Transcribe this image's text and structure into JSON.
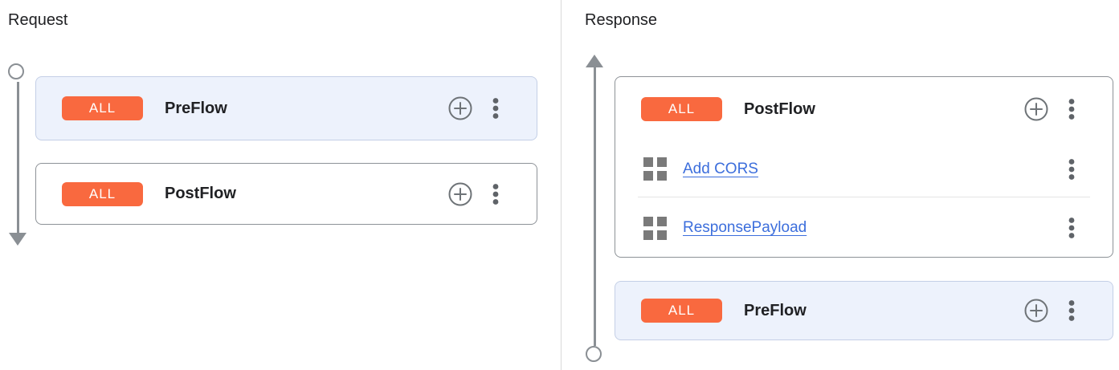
{
  "panels": {
    "request": {
      "title": "Request",
      "flows": [
        {
          "badge": "ALL",
          "name": "PreFlow",
          "selected": true
        },
        {
          "badge": "ALL",
          "name": "PostFlow",
          "selected": false
        }
      ]
    },
    "response": {
      "title": "Response",
      "flows": [
        {
          "badge": "ALL",
          "name": "PostFlow",
          "selected": false,
          "policies": [
            {
              "label": "Add CORS"
            },
            {
              "label": "ResponsePayload"
            }
          ]
        },
        {
          "badge": "ALL",
          "name": "PreFlow",
          "selected": true
        }
      ]
    }
  },
  "icons": {
    "add_policy": "plus-circle-icon",
    "flow_menu": "kebab-menu-icon",
    "policy": "policy-grid-icon",
    "request_timeline": "circle-top-arrow-down",
    "response_timeline": "arrow-up-circle-bottom"
  },
  "colors": {
    "badge_orange": "#F9693F",
    "selected_card_bg": "#EDF2FC",
    "selected_card_border": "#C4CFE6",
    "card_border": "#8D9297",
    "link_blue": "#3C6EDC",
    "icon_gray": "#6E7377",
    "dots_gray": "#5F6368",
    "grid_icon_gray": "#7A7A7A",
    "timeline_gray": "#8A8F94",
    "text_dark": "#202124",
    "divider_gray": "#E4E4E4",
    "panel_divider": "#D9D9D9"
  }
}
